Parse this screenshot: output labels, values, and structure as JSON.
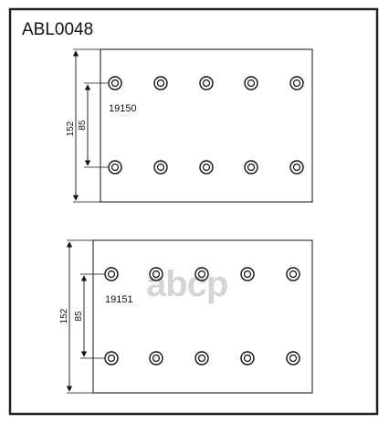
{
  "title": "ABL0048",
  "watermark": "abcp",
  "colors": {
    "frame": "#222222",
    "line": "#111111",
    "watermark": "#c8c8c8"
  },
  "upper_lining": {
    "code": "19150",
    "height_label": "152",
    "hole_spacing_label": "85",
    "holes_per_row": 5,
    "rows": 2
  },
  "lower_lining": {
    "code": "19151",
    "height_label": "152",
    "hole_spacing_label": "85",
    "holes_per_row": 5,
    "rows": 2
  }
}
